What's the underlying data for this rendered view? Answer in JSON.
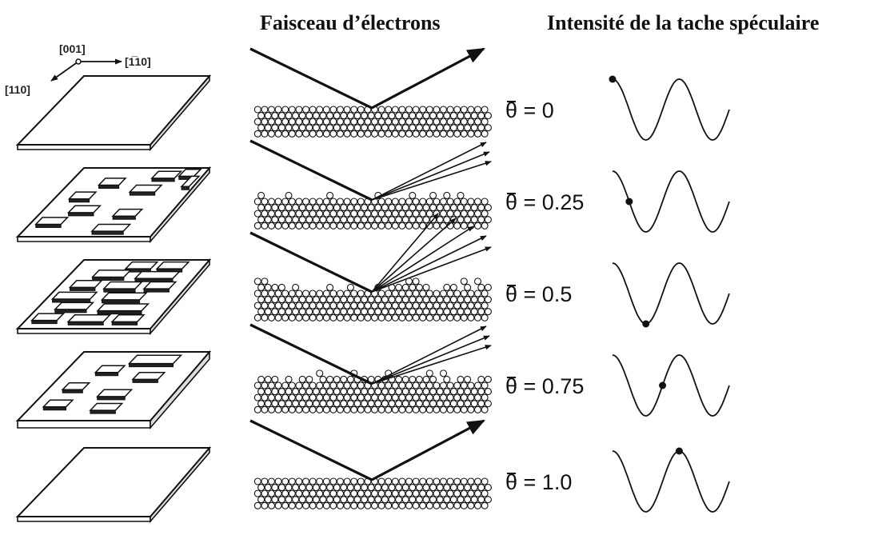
{
  "headers": {
    "beam": "Faisceau d’électrons",
    "intensity": "Intensité de la tache spéculaire"
  },
  "axes": {
    "a001": "[001]",
    "a110bar": "[1̅10]",
    "a110": "[110]"
  },
  "rows": [
    {
      "theta_symbol": "θ",
      "equals": "= 0",
      "coverage": 0,
      "reflected_rays": 1,
      "curve_dot_phase": 0.0
    },
    {
      "theta_symbol": "θ",
      "equals": "= 0.25",
      "coverage": 0.25,
      "reflected_rays": 3,
      "curve_dot_phase": 0.25
    },
    {
      "theta_symbol": "θ",
      "equals": "= 0.5",
      "coverage": 0.5,
      "reflected_rays": 5,
      "curve_dot_phase": 0.5
    },
    {
      "theta_symbol": "θ",
      "equals": "= 0.75",
      "coverage": 0.75,
      "reflected_rays": 3,
      "curve_dot_phase": 0.75
    },
    {
      "theta_symbol": "θ",
      "equals": "= 1.0",
      "coverage": 1.0,
      "reflected_rays": 1,
      "curve_dot_phase": 1.0
    }
  ],
  "colors": {
    "ink": "#111111",
    "plate_fill": "#ffffff",
    "island_fill": "#ffffff"
  }
}
